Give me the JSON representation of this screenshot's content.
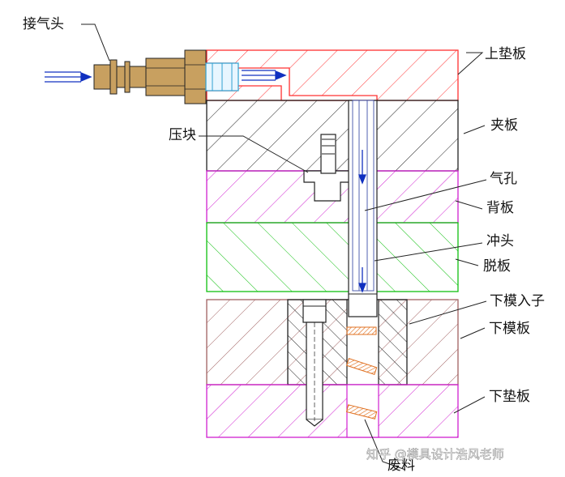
{
  "labels": {
    "connector": "接气头",
    "top_plate": "上垫板",
    "clamp_plate": "夹板",
    "press_block": "压块",
    "air_hole": "气孔",
    "back_plate": "背板",
    "punch": "冲头",
    "stripper": "脱板",
    "lower_insert": "下模入子",
    "lower_die": "下模板",
    "lower_pad": "下垫板",
    "scrap": "废料"
  },
  "watermark": "知乎 @模具设计浩风老师",
  "colors": {
    "top_plate": "#ff3030",
    "clamp_plate": "#222222",
    "back_plate": "#d020d0",
    "stripper": "#10c010",
    "lower_die": "#a06060",
    "lower_pad": "#d020d0",
    "air_flow": "#1030c0",
    "scrap": "#e07020",
    "connector": "#c8a060",
    "fitting": "#30a0d0"
  }
}
